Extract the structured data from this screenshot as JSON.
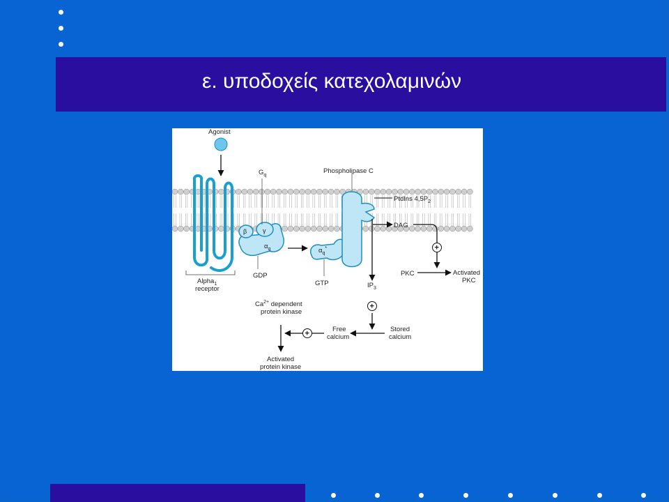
{
  "slide": {
    "title": "ε. υποδοχείς κατεχολαμινών",
    "colors": {
      "background": "#0764d2",
      "band": "#2a0ea0",
      "text": "#ffffff"
    }
  },
  "diagram": {
    "agonist": "Agonist",
    "gq": "G",
    "gq_sub": "q",
    "phospholipase": "Phospholipase C",
    "ptdins": "PtdIns 4,5P",
    "ptdins_sub": "2",
    "dag": "DAG",
    "beta": "β",
    "gamma": "γ",
    "alpha": "α",
    "alpha_sub": "q",
    "alpha_star": "*",
    "gdp": "GDP",
    "gtp": "GTP",
    "ip3": "IP",
    "ip3_sub": "3",
    "receptor_line1": "Alpha",
    "receptor_sub": "1",
    "receptor_line2": "receptor",
    "ca_line1": "Ca",
    "ca_sup": "2+",
    "ca_line1_rest": " dependent",
    "ca_line2": "protein kinase",
    "free_line1": "Free",
    "free_line2": "calcium",
    "stored_line1": "Stored",
    "stored_line2": "calcium",
    "pkc": "PKC",
    "activated_pkc_line1": "Activated",
    "activated_pkc_line2": "PKC",
    "activated_pk_line1": "Activated",
    "activated_pk_line2": "protein kinase",
    "plus": "+"
  }
}
